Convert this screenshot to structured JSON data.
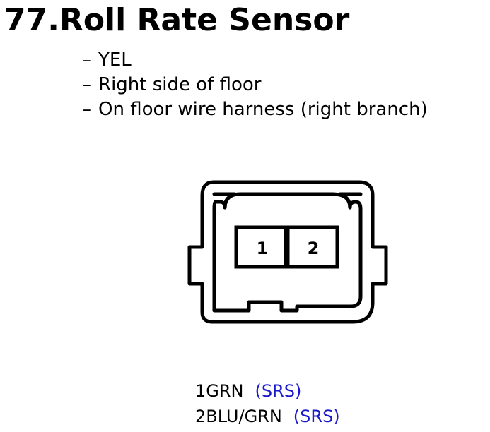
{
  "title": "77.Roll Rate Sensor",
  "notes": [
    {
      "dash": "–",
      "text": "YEL"
    },
    {
      "dash": "–",
      "text": "Right side of floor"
    },
    {
      "dash": "–",
      "text": "On floor wire harness (right branch)"
    }
  ],
  "connector": {
    "pins": [
      {
        "number": "1"
      },
      {
        "number": "2"
      }
    ]
  },
  "pin_assignments": [
    {
      "pin_wire": "1GRN",
      "circuit": "(SRS)"
    },
    {
      "pin_wire": "2BLU/GRN",
      "circuit": "(SRS)"
    }
  ],
  "colors": {
    "text": "#000000",
    "circuit": "#1a1acc",
    "line": "#000000"
  }
}
